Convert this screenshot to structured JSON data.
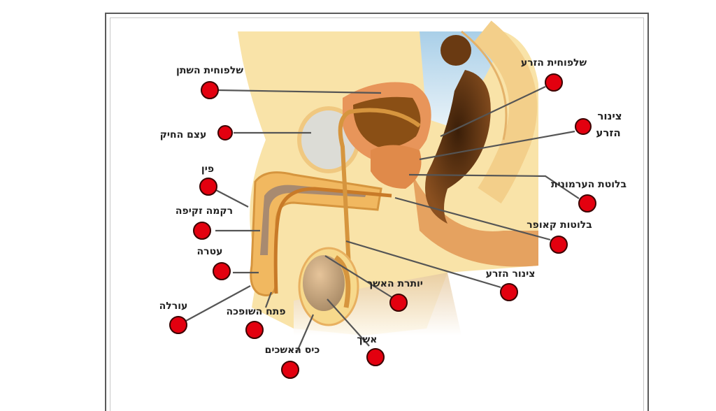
{
  "labels": {
    "bladder": "שלפוחית השתן",
    "pubic_bone": "עצם החיק",
    "penis": "פין",
    "erectile_tissue": "רקמה זקיפה",
    "glans": "עטרה",
    "foreskin": "עורלה",
    "urethral_opening": "פתח השופכה",
    "scrotum": "כיס האשכים",
    "testis": "אשך",
    "epididymis": "יותרת האשך",
    "vas_deferens_lower": "צינור הזרע",
    "cowper_glands": "בלוטות קאופר",
    "prostate": "בלוטת הערמונית",
    "vas_deferens_upper_line1": "צינור",
    "vas_deferens_upper_line2": "הזרע",
    "seminal_vesicle": "שלפוחית הזרע"
  },
  "colors": {
    "marker": "#e3000f",
    "line": "#555555"
  }
}
